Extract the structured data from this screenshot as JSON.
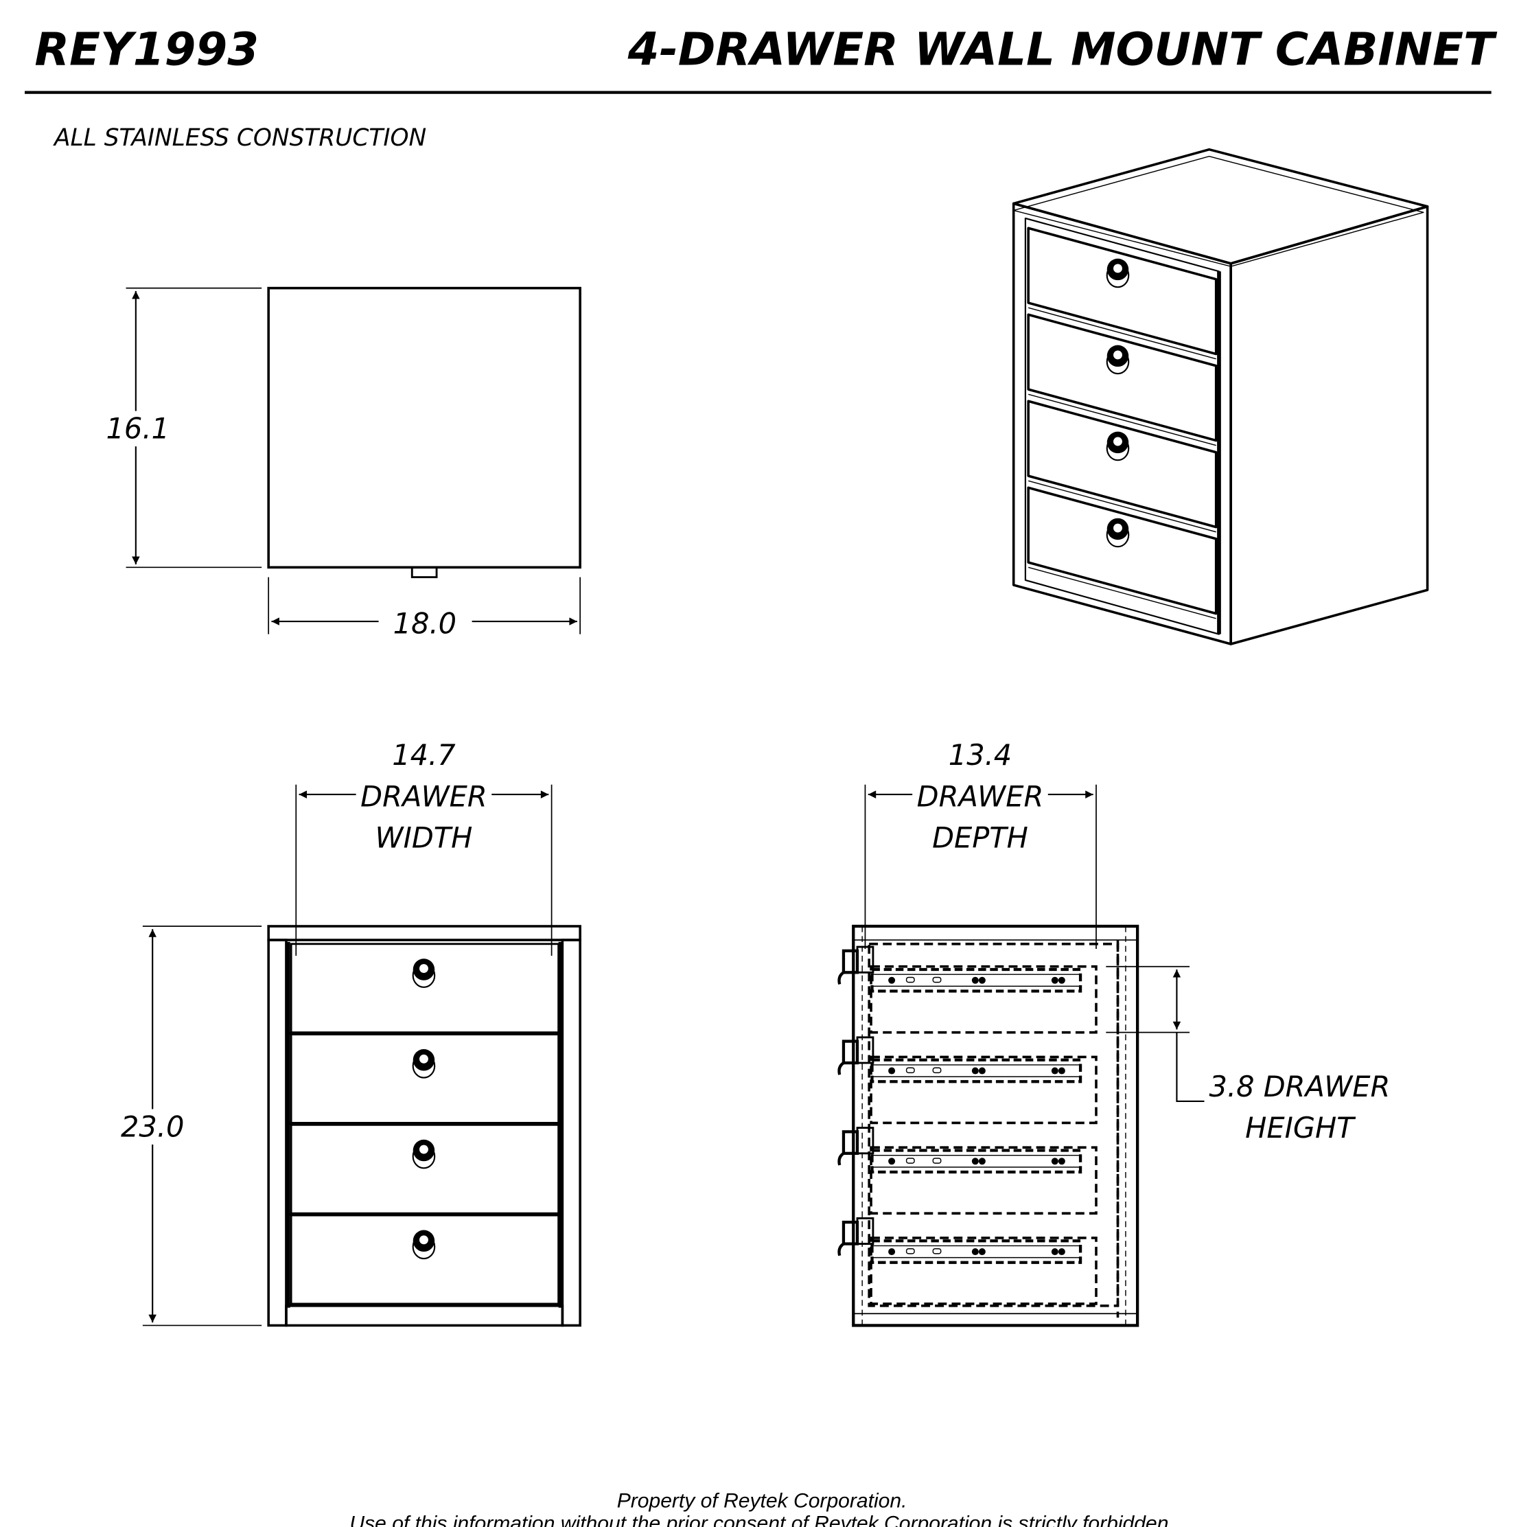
{
  "header": {
    "part_number": "REY1993",
    "title": "4-DRAWER WALL MOUNT CABINET",
    "subtitle": "ALL STAINLESS CONSTRUCTION"
  },
  "top_view": {
    "height_dim": "16.1",
    "width_dim": "18.0"
  },
  "front_view": {
    "width_dim": "14.7",
    "width_label_1": "DRAWER",
    "width_label_2": "WIDTH",
    "height_dim": "23.0",
    "drawer_count": 4
  },
  "side_view": {
    "depth_dim": "13.4",
    "depth_label_1": "DRAWER",
    "depth_label_2": "DEPTH",
    "drawer_height_label_1": "3.8 DRAWER",
    "drawer_height_label_2": "HEIGHT"
  },
  "footer": {
    "line1": "Property of Reytek Corporation.",
    "line2": "Use of this information without the prior consent of Reytek Corporation is strictly forbidden."
  },
  "colors": {
    "ink": "#000000",
    "paper": "#ffffff"
  }
}
